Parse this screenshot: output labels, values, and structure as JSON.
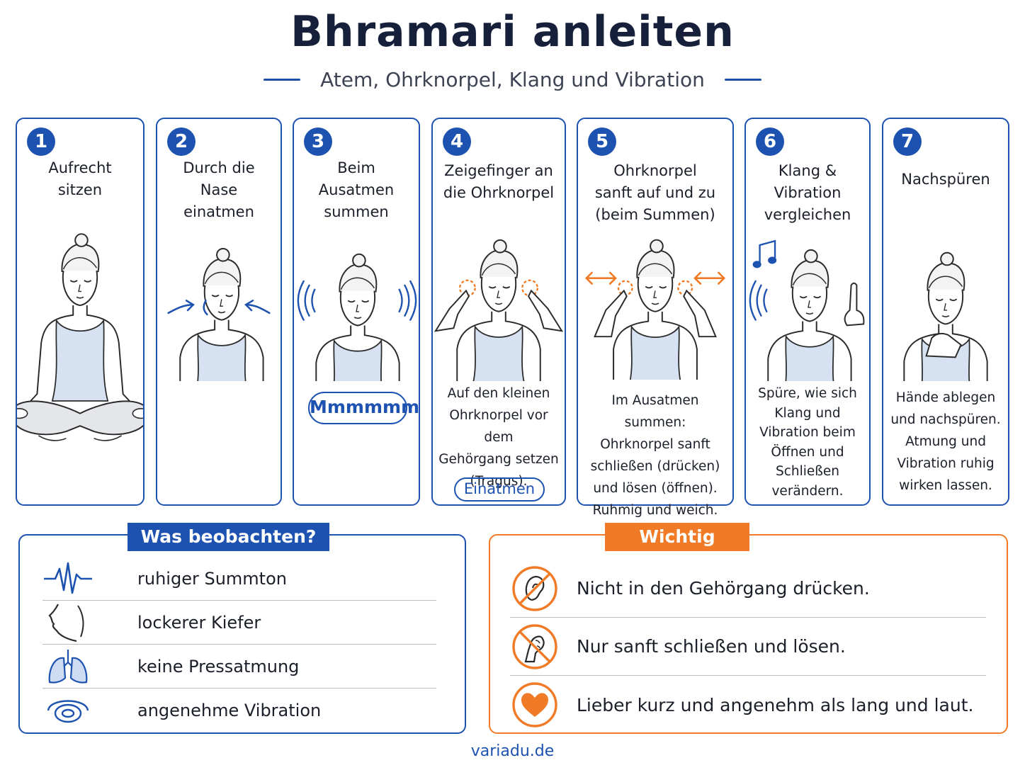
{
  "header": {
    "title": "Bhramari anleiten",
    "subtitle": "Atem, Ohrknorpel, Klang und Vibration"
  },
  "steps": [
    {
      "number": "1",
      "title": "Aufrecht\nsitzen"
    },
    {
      "number": "2",
      "title": "Durch die\nNase\neinatmen"
    },
    {
      "number": "3",
      "title": "Beim\nAusatmen\nsummen",
      "pill": "Mmmmmm"
    },
    {
      "number": "4",
      "title": "Zeigefinger an\ndie Ohrknorpel",
      "description": "Auf den kleinen\nOhrknorpel vor dem\nGehörgang setzen\n(Tragus).",
      "pill": "Einatmen"
    },
    {
      "number": "5",
      "title": "Ohrknorpel\nsanft auf und zu\n(beim Summen)",
      "description": "Im Ausatmen summen:\nOhrknorpel sanft\nschließen (drücken)\nund lösen (öffnen).\nRuhmig und weich."
    },
    {
      "number": "6",
      "title": "Klang &\nVibration\nvergleichen",
      "description": "Spüre, wie sich\nKlang und\nVibration beim\nÖffnen und\nSchließen\nverändern."
    },
    {
      "number": "7",
      "title": "Nachspüren",
      "description": "Hände ablegen\nund nachspüren.\nAtmung und\nVibration ruhig\nwirken lassen."
    }
  ],
  "observe": {
    "heading": "Was beobachten?",
    "items": [
      {
        "icon": "heartbeat-wave-icon",
        "text": "ruhiger Summton"
      },
      {
        "icon": "face-profile-icon",
        "text": "lockerer Kiefer"
      },
      {
        "icon": "lungs-icon",
        "text": "keine Pressatmung"
      },
      {
        "icon": "vibration-waves-icon",
        "text": "angenehme Vibration"
      }
    ]
  },
  "important": {
    "heading": "Wichtig",
    "items": [
      {
        "icon": "no-ear-icon",
        "text": "Nicht in den Gehörgang drücken."
      },
      {
        "icon": "no-fist-icon",
        "text": "Nur sanft schließen und lösen."
      },
      {
        "icon": "heart-icon",
        "text": "Lieber kurz und angenehm als lang und laut."
      }
    ]
  },
  "colors": {
    "primary_blue": "#1d52b0",
    "accent_orange": "#f07a25",
    "shirt_blue": "#d6e2f1",
    "text_dark": "#1b1f2a"
  },
  "footer": "variadu.de"
}
